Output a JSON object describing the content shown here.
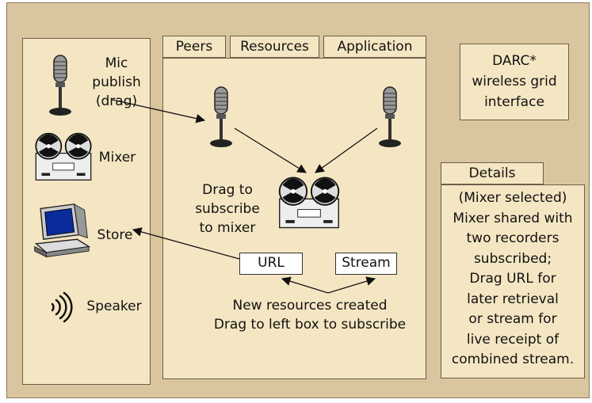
{
  "left_panel": {
    "mic_label": [
      "Mic",
      "publish",
      "(drag)"
    ],
    "mixer_label": "Mixer",
    "store_label": "Store",
    "speaker_label": "Speaker"
  },
  "tabs": {
    "peers": "Peers",
    "resources": "Resources",
    "application": "Application"
  },
  "main": {
    "drag_subscribe": [
      "Drag to",
      "subscribe",
      "to mixer"
    ],
    "url_label": "URL",
    "stream_label": "Stream",
    "new_resources": [
      "New resources created",
      "Drag to left box to subscribe"
    ]
  },
  "darc_box": [
    "DARC*",
    "wireless grid",
    "interface"
  ],
  "details": {
    "tab_label": "Details",
    "lines": [
      "(Mixer selected)",
      "Mixer shared with",
      "two recorders",
      "subscribed;",
      "Drag URL for",
      "later retrieval",
      "or stream for",
      "live receipt of",
      "combined stream."
    ]
  },
  "icons": {
    "microphone": "microphone-icon",
    "mixer": "reel-to-reel-mixer-icon",
    "store": "computer-terminal-icon",
    "speaker": "speaker-waves-icon"
  },
  "colors": {
    "background": "#d9c69f",
    "panel": "#f5e6c3",
    "border": "#6b5e48"
  }
}
